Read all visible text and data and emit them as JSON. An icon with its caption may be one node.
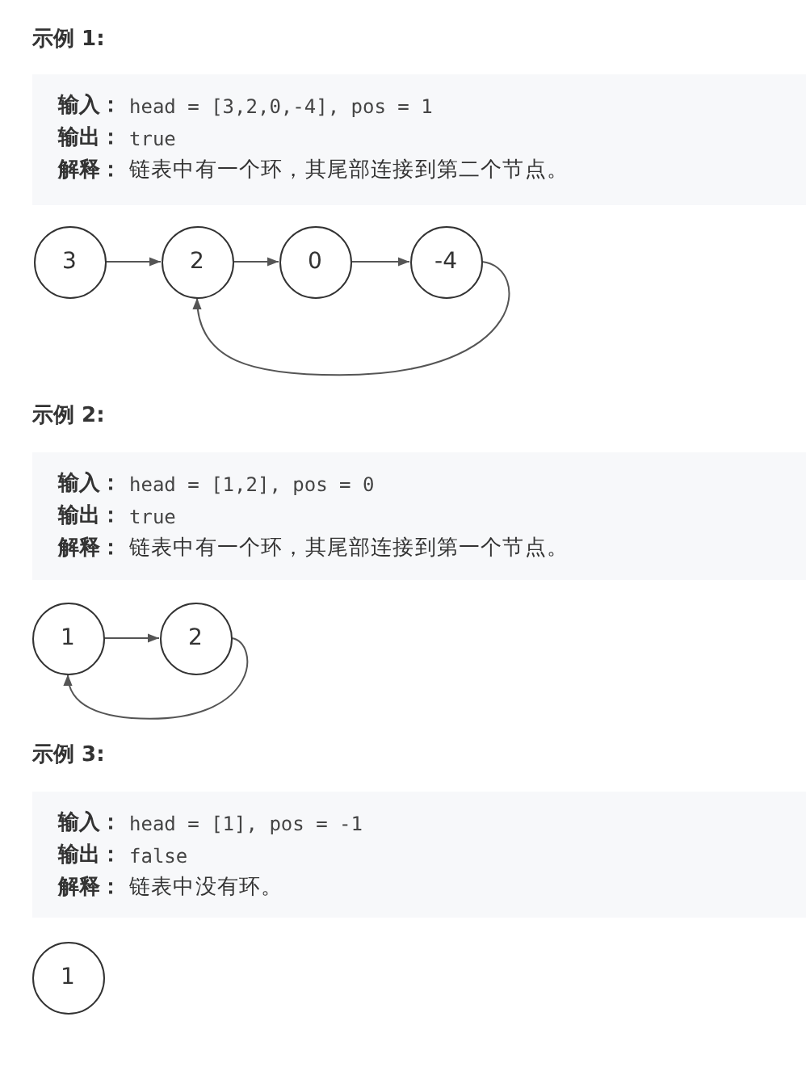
{
  "diagram": {
    "nodes": [
      {
        "text": [
          "3"
        ]
      },
      {
        "text": [
          "2"
        ]
      },
      {
        "text": [
          "0"
        ]
      },
      {
        "text": [
          "-4"
        ]
      },
      {
        "text": [
          "1"
        ]
      },
      {
        "text": [
          "2"
        ]
      },
      {
        "text": [
          "1"
        ]
      }
    ],
    "edges": [
      {
        "from": 0,
        "to": 1,
        "arrow": "to"
      },
      {
        "from": 1,
        "to": 2,
        "arrow": "to"
      },
      {
        "from": 2,
        "to": 3,
        "arrow": "to"
      },
      {
        "from": 3,
        "to": 1,
        "arrow": "to"
      },
      {
        "from": 4,
        "to": 5,
        "arrow": "to"
      },
      {
        "from": 5,
        "to": 4,
        "arrow": "to"
      }
    ],
    "labels": [
      "示例 1:",
      "输入：",
      "head = [3,2,0,-4], pos = 1",
      "输出：",
      "true",
      "解释：",
      "链表中有一个环，其尾部连接到第二个节点。",
      "示例 2:",
      "输入：",
      "head = [1,2], pos = 0",
      "输出：",
      "true",
      "解释：",
      "链表中有一个环，其尾部连接到第一个节点。",
      "示例 3:",
      "输入：",
      "head = [1], pos = -1",
      "输出：",
      "false",
      "解释：",
      "链表中没有环。"
    ]
  }
}
